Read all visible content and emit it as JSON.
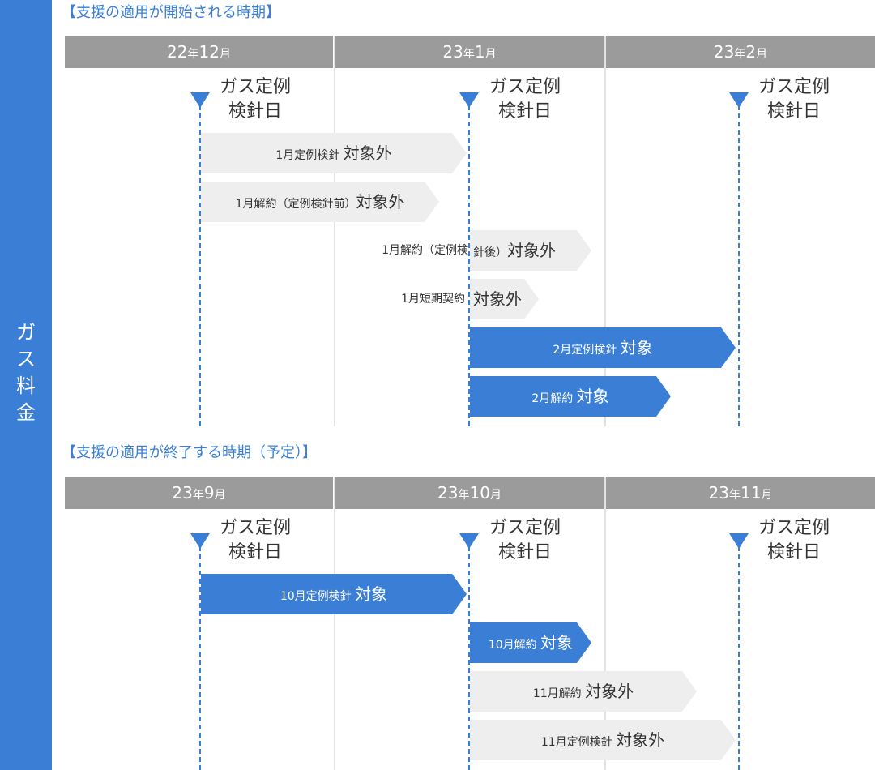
{
  "sidebar": {
    "label_chars": [
      "ガ",
      "ス",
      "料",
      "金"
    ]
  },
  "section1": {
    "title": "【支援の適用が開始される時期】",
    "months": [
      {
        "num1": "22",
        "yr": "年",
        "num2": "12",
        "mo": "月"
      },
      {
        "num1": "23",
        "yr": "年",
        "num2": "1",
        "mo": "月"
      },
      {
        "num1": "23",
        "yr": "年",
        "num2": "2",
        "mo": "月"
      }
    ],
    "reading_label": {
      "line1": "ガス定例",
      "line2": "検針日"
    },
    "bars": [
      {
        "small": "1月定例検針 ",
        "big": "対象外"
      },
      {
        "small": "1月解約（定例検針前）",
        "big": "対象外"
      },
      {
        "small": "1月解約（定例検",
        "small2": "針後）",
        "big": "対象外"
      },
      {
        "small": "1月短期契約",
        "big": "対象外"
      },
      {
        "small": "2月定例検針 ",
        "big": "対象"
      },
      {
        "small": "2月解約 ",
        "big": "対象"
      }
    ]
  },
  "section2": {
    "title": "【支援の適用が終了する時期（予定）】",
    "months": [
      {
        "num1": "23",
        "yr": "年",
        "num2": "9",
        "mo": "月"
      },
      {
        "num1": "23",
        "yr": "年",
        "num2": "10",
        "mo": "月"
      },
      {
        "num1": "23",
        "yr": "年",
        "num2": "11",
        "mo": "月"
      }
    ],
    "reading_label": {
      "line1": "ガス定例",
      "line2": "検針日"
    },
    "bars": [
      {
        "small": "10月定例検針 ",
        "big": "対象"
      },
      {
        "small": "10月解約 ",
        "big": "対象"
      },
      {
        "small": "11月解約 ",
        "big": "対象外"
      },
      {
        "small": "11月定例検針 ",
        "big": "対象外"
      }
    ]
  },
  "colors": {
    "blue": "#3a7fd5",
    "gray_header": "#9b9b9b",
    "gray_bar": "#eeeeee"
  }
}
